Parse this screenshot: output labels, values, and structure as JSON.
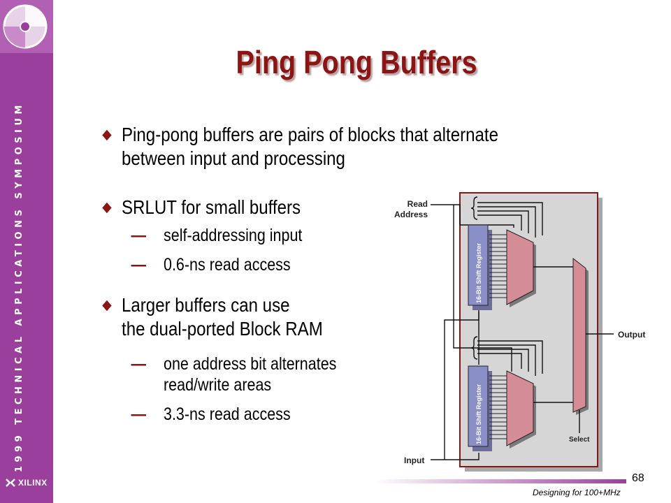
{
  "sidebar": {
    "vertical_text": "1999 TECHNICAL APPLICATIONS SYMPOSIUM",
    "logo_text": "XILINX",
    "accent_color": "#9b3f9c"
  },
  "slide": {
    "title": "Ping Pong Buffers",
    "title_color": "#8b1515",
    "bullets": [
      {
        "line1": "Ping-pong buffers are pairs of blocks that alternate",
        "line2": "between input and processing"
      },
      {
        "line1": "SRLUT for small buffers",
        "subs": [
          "self-addressing input",
          "0.6-ns read access"
        ]
      },
      {
        "line1": "Larger buffers can use",
        "line2": "the dual-ported Block RAM",
        "subs": [
          {
            "line1": "one address bit alternates",
            "line2": "read/write areas"
          },
          {
            "line1": "3.3-ns read access"
          }
        ]
      }
    ],
    "dash": "—"
  },
  "diagram": {
    "read_address_line1": "Read",
    "read_address_line2": "Address",
    "register_top": "16-Bit Shift Register",
    "register_bottom": "16-Bit Shift Register",
    "output": "Output",
    "select": "Select",
    "input": "Input",
    "colors": {
      "panel": "#d6d6d6",
      "panel_border": "#8b1515",
      "register": "#8a8fc8",
      "mux": "#d48c96"
    }
  },
  "footer": {
    "page_number": "68",
    "text": "Designing for 100+MHz"
  }
}
